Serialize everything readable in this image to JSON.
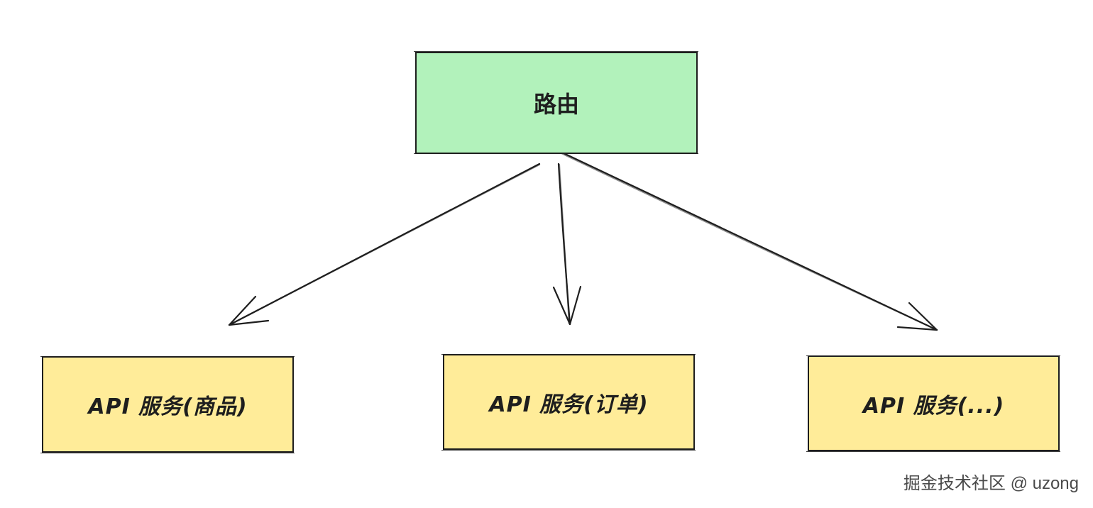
{
  "nodes": {
    "router": {
      "label": "路由",
      "color": "#b2f2bb"
    },
    "services": [
      {
        "label": "API 服务(商品)",
        "color": "#ffec99"
      },
      {
        "label": "API 服务(订单)",
        "color": "#ffec99"
      },
      {
        "label": "API 服务(...)",
        "color": "#ffec99"
      }
    ]
  },
  "edges": [
    {
      "from": "路由",
      "to": "API 服务(商品)"
    },
    {
      "from": "路由",
      "to": "API 服务(订单)"
    },
    {
      "from": "路由",
      "to": "API 服务(...)"
    }
  ],
  "watermark": "掘金技术社区 @ uzong"
}
